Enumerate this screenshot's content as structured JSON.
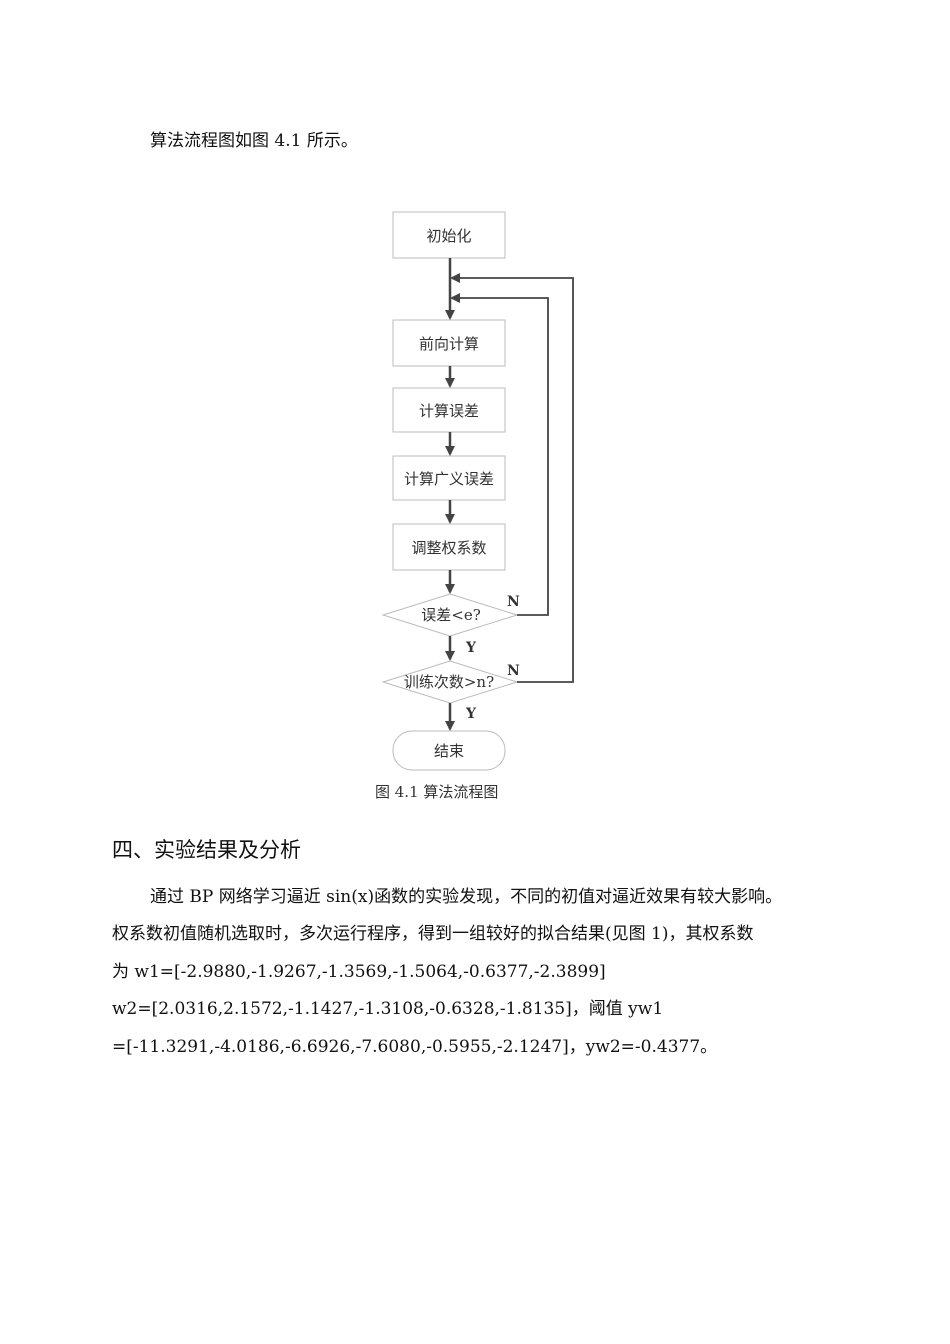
{
  "intro": "算法流程图如图 4.1 所示。",
  "flowchart": {
    "init": "初始化",
    "forward": "前向计算",
    "error": "计算误差",
    "gen_error": "计算广义误差",
    "adjust": "调整权系数",
    "cond_error": "误差<e?",
    "cond_iter": "训练次数>n?",
    "end": "结束",
    "yes": "Y",
    "no": "N",
    "caption": "图 4.1  算法流程图"
  },
  "section_heading": "四、实验结果及分析",
  "paragraph": [
    "通过 BP 网络学习逼近 sin(x)函数的实验发现，不同的初值对逼近效果有较大影响。",
    "权系数初值随机选取时，多次运行程序，得到一组较好的拟合结果(见图 1)，其权系数",
    "为 w1=[-2.9880,-1.9267,-1.3569,-1.5064,-0.6377,-2.3899]",
    "w2=[2.0316,2.1572,-1.1427,-1.3108,-0.6328,-1.8135]，阈值 yw1",
    "=[-11.3291,-4.0186,-6.6926,-7.6080,-0.5955,-2.1247]，yw2=-0.4377。"
  ]
}
